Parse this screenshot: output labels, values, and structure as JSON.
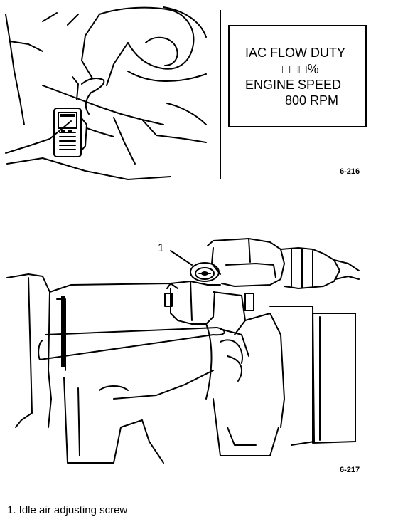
{
  "figure_top": {
    "display": {
      "line1": "IAC FLOW DUTY",
      "line2": "□□□%",
      "line3": "ENGINE SPEED",
      "line4": "800 RPM"
    },
    "figure_number": "6-216"
  },
  "figure_bottom": {
    "callout": "1",
    "figure_number": "6-217"
  },
  "caption": "1.  Idle air adjusting screw"
}
